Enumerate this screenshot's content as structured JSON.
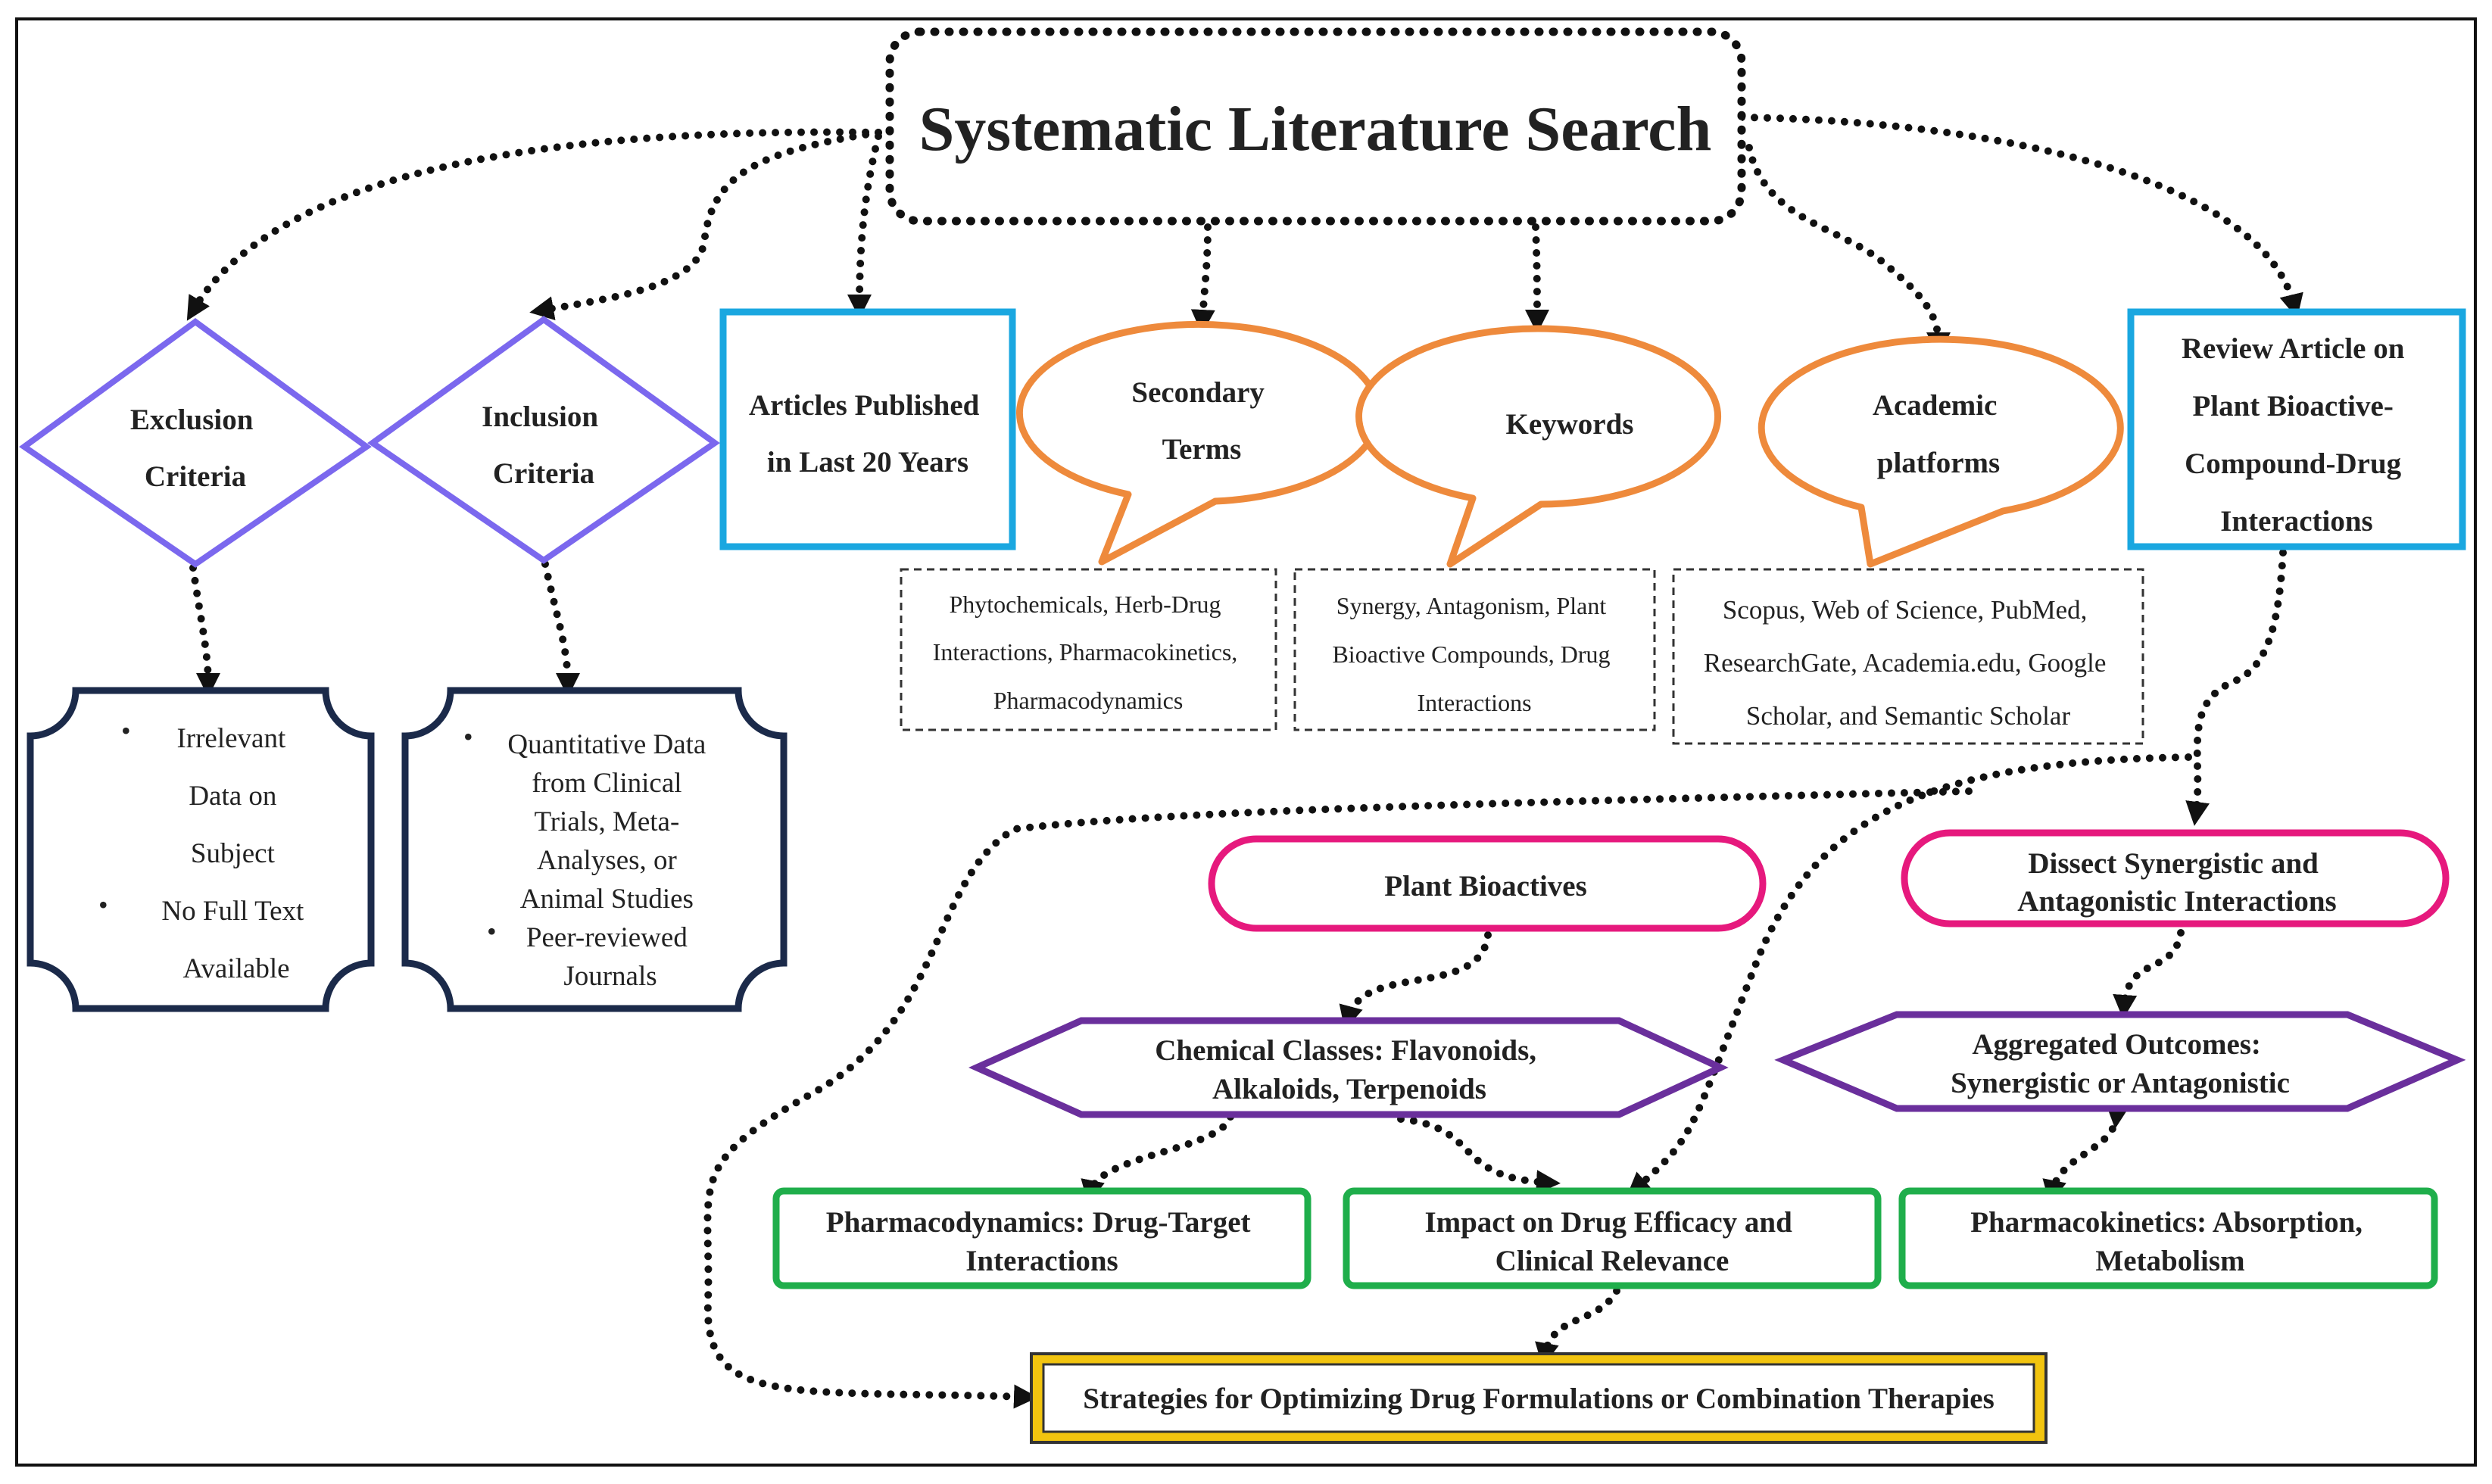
{
  "title": "Systematic Literature Search",
  "criteria": {
    "exclusion": {
      "lines": [
        "Exclusion",
        "Criteria"
      ]
    },
    "inclusion": {
      "lines": [
        "Inclusion",
        "Criteria"
      ]
    }
  },
  "exclusion_card": {
    "lines": [
      "Irrelevant",
      "Data on",
      "Subject",
      "No Full Text",
      "Available"
    ]
  },
  "inclusion_card": {
    "lines": [
      "Quantitative Data",
      "from Clinical",
      "Trials, Meta-",
      "Analyses, or",
      "Animal Studies",
      "Peer-reviewed",
      "Journals"
    ]
  },
  "articles_box": {
    "lines": [
      "Articles Published",
      "in Last 20 Years"
    ]
  },
  "review_box": {
    "lines": [
      "Review Article on",
      "Plant Bioactive-",
      "Compound-Drug",
      "Interactions"
    ]
  },
  "bubbles": {
    "secondary": {
      "lines": [
        "Secondary",
        "Terms"
      ]
    },
    "keywords": {
      "lines": [
        "Keywords"
      ]
    },
    "academic": {
      "lines": [
        "Academic",
        "platforms"
      ]
    }
  },
  "term_boxes": {
    "secondary": {
      "lines": [
        "Phytochemicals, Herb-Drug",
        "Interactions, Pharmacokinetics,",
        "Pharmacodynamics"
      ]
    },
    "keywords": {
      "lines": [
        "Synergy, Antagonism, Plant",
        "Bioactive Compounds, Drug",
        "Interactions"
      ]
    },
    "academic": {
      "lines": [
        "Scopus, Web of Science, PubMed,",
        "ResearchGate, Academia.edu, Google",
        "Scholar, and Semantic Scholar"
      ]
    }
  },
  "ovals": {
    "plant_bioactives": {
      "lines": [
        "Plant Bioactives"
      ]
    },
    "dissect": {
      "lines": [
        "Dissect Synergistic and",
        "Antagonistic Interactions"
      ]
    }
  },
  "hexagons": {
    "chemical_classes": {
      "lines": [
        "Chemical Classes: Flavonoids,",
        "Alkaloids, Terpenoids"
      ]
    },
    "aggregated": {
      "lines": [
        "Aggregated Outcomes:",
        "Synergistic or Antagonistic"
      ]
    }
  },
  "green_boxes": {
    "pharmacodynamics": {
      "lines": [
        "Pharmacodynamics: Drug-Target",
        "Interactions"
      ]
    },
    "impact": {
      "lines": [
        "Impact on Drug Efficacy and",
        "Clinical Relevance"
      ]
    },
    "pharmacokinetics": {
      "lines": [
        "Pharmacokinetics: Absorption,",
        "Metabolism"
      ]
    }
  },
  "strategies": {
    "lines": [
      "Strategies for Optimizing Drug Formulations or Combination Therapies"
    ]
  },
  "colors": {
    "purple_diamond": "#7b68ee",
    "navy_card": "#1b2a4a",
    "cyan_box": "#1aa7e0",
    "orange_bubble": "#ee8a3c",
    "magenta_oval": "#e6197d",
    "violet_hexagon": "#6a2f9c",
    "green_box": "#1fae4b",
    "gold_box": "#f2c40f"
  }
}
